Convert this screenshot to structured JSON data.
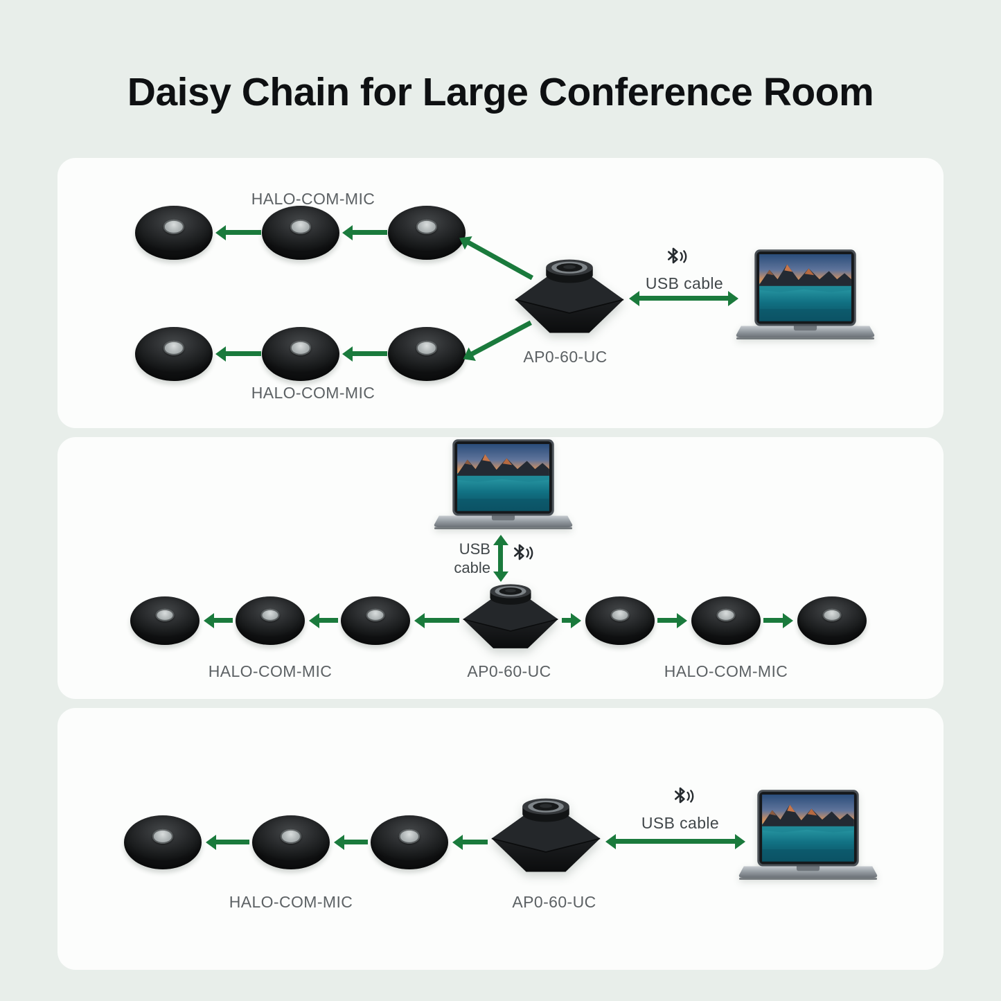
{
  "title": "Daisy Chain for Large Conference Room",
  "panels": [
    {
      "mic_label_top": "HALO-COM-MIC",
      "mic_label_bottom": "HALO-COM-MIC",
      "hub_label": "AP0-60-UC",
      "usb_label": "USB cable"
    },
    {
      "mic_label_left": "HALO-COM-MIC",
      "mic_label_right": "HALO-COM-MIC",
      "hub_label": "AP0-60-UC",
      "usb_label_line1": "USB",
      "usb_label_line2": "cable"
    },
    {
      "mic_label": "HALO-COM-MIC",
      "hub_label": "AP0-60-UC",
      "usb_label": "USB cable"
    }
  ],
  "icons": {
    "bluetooth": "bluetooth-signal-icon"
  },
  "colors": {
    "background": "#e8eeea",
    "panel": "#fcfdfc",
    "arrow_green": "#1a7a3c",
    "label_gray": "#5c6164",
    "title_black": "#0e1012"
  }
}
